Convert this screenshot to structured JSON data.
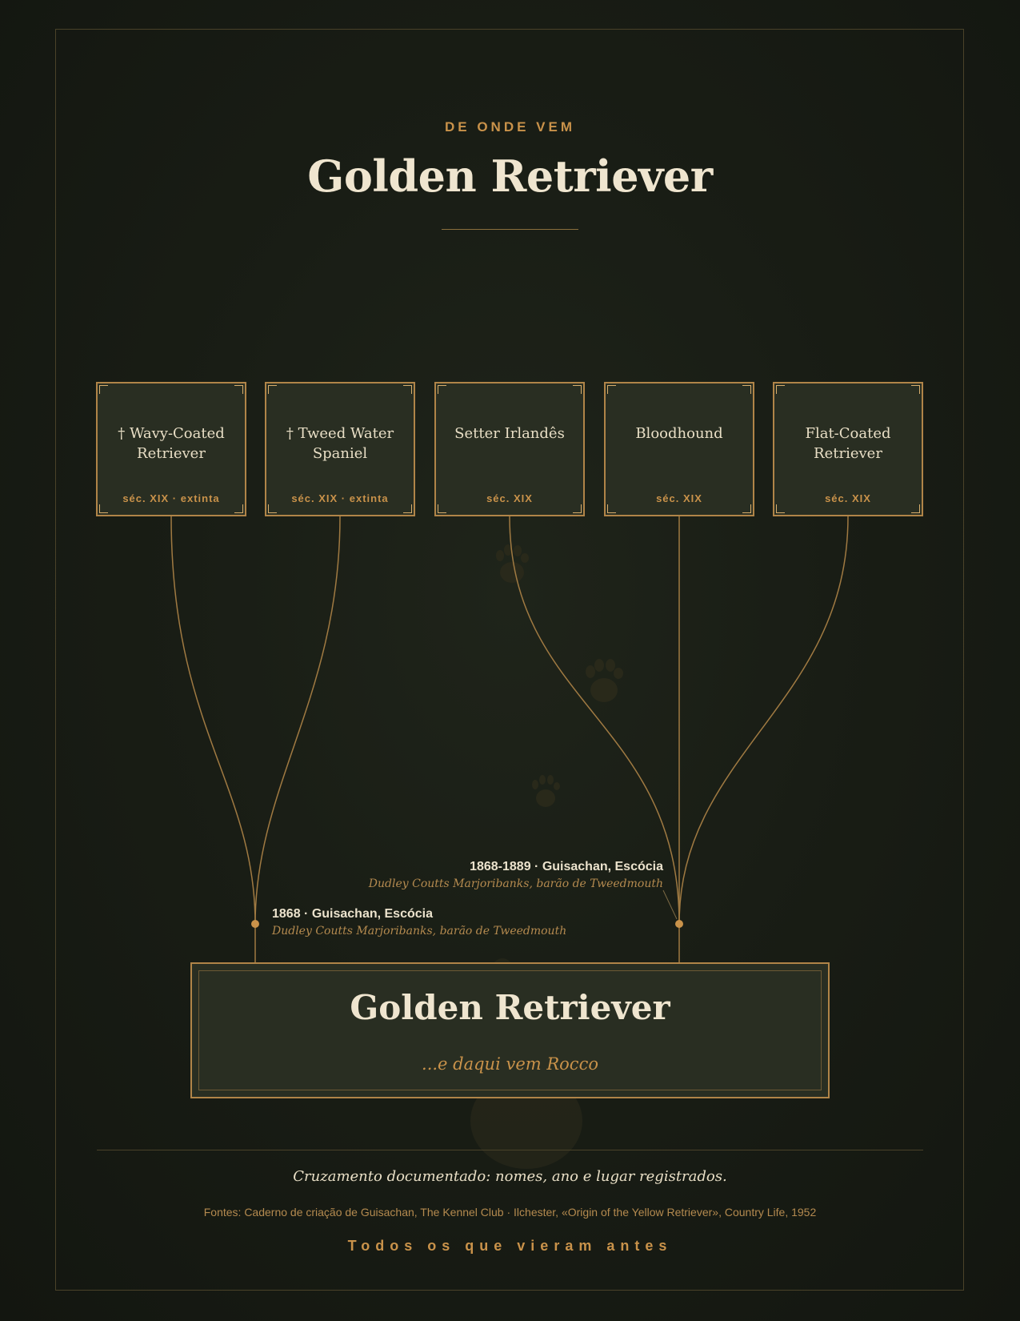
{
  "header": {
    "eyebrow": "DE ONDE VEM",
    "title": "Golden Retriever"
  },
  "ancestors": [
    {
      "name": "† Wavy-Coated Retriever",
      "era": "séc. XIX · extinta"
    },
    {
      "name": "† Tweed Water Spaniel",
      "era": "séc. XIX · extinta"
    },
    {
      "name": "Setter Irlandês",
      "era": "séc. XIX"
    },
    {
      "name": "Bloodhound",
      "era": "séc. XIX"
    },
    {
      "name": "Flat-Coated Retriever",
      "era": "séc. XIX"
    }
  ],
  "events": {
    "first": {
      "date_place": "1868 · Guisachan, Escócia",
      "breeder": "Dudley Coutts Marjoribanks, barão de Tweedmouth"
    },
    "second": {
      "date_place": "1868-1889 · Guisachan, Escócia",
      "breeder": "Dudley Coutts Marjoribanks, barão de Tweedmouth"
    }
  },
  "result": {
    "title": "Golden Retriever",
    "subtitle": "...e daqui vem Rocco"
  },
  "footer": {
    "note": "Cruzamento documentado: nomes, ano e lugar registrados.",
    "sources": "Fontes: Caderno de criação de Guisachan, The Kennel Club · Ilchester, «Origin of the Yellow Retriever», Country Life, 1952",
    "closing": "Todos os que vieram antes"
  },
  "colors": {
    "background": "#191d15",
    "gold": "#c9924a",
    "line": "#a07a42",
    "box_fill": "#292e22",
    "text_light": "#efe5cf"
  }
}
